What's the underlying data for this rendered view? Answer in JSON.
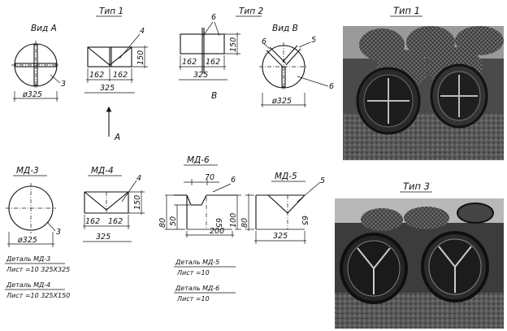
{
  "labels": {
    "type1": "Тип 1",
    "type2": "Тип 2",
    "type3": "Тип 3",
    "view_a": "Вид А",
    "view_b": "Вид В",
    "arrow_a": "А",
    "arrow_b": "В",
    "md3": "МД-3",
    "md4": "МД-4",
    "md5": "МД-5",
    "md6": "МД-6"
  },
  "dims": {
    "d325": "ø325",
    "w325": "325",
    "w162": "162",
    "h150": "150",
    "w70": "70",
    "w200": "200",
    "h100": "100",
    "h80": "80",
    "h50": "50",
    "h65": "65",
    "n3": "3",
    "n4": "4",
    "n5": "5",
    "n6": "6"
  },
  "notes": {
    "md3_title": "Деталь МД-3",
    "md3_spec": "Лист =10  325Х325",
    "md4_title": "Деталь МД-4",
    "md4_spec": "Лист =10  325Х150",
    "md5_title": "Деталь МД-5",
    "md5_spec": "Лист =10",
    "md6_title": "Деталь МД-6",
    "md6_spec": "Лист =10"
  },
  "photos": {
    "photo1_caption": "Тип 1",
    "photo3_caption": "Тип 3"
  }
}
